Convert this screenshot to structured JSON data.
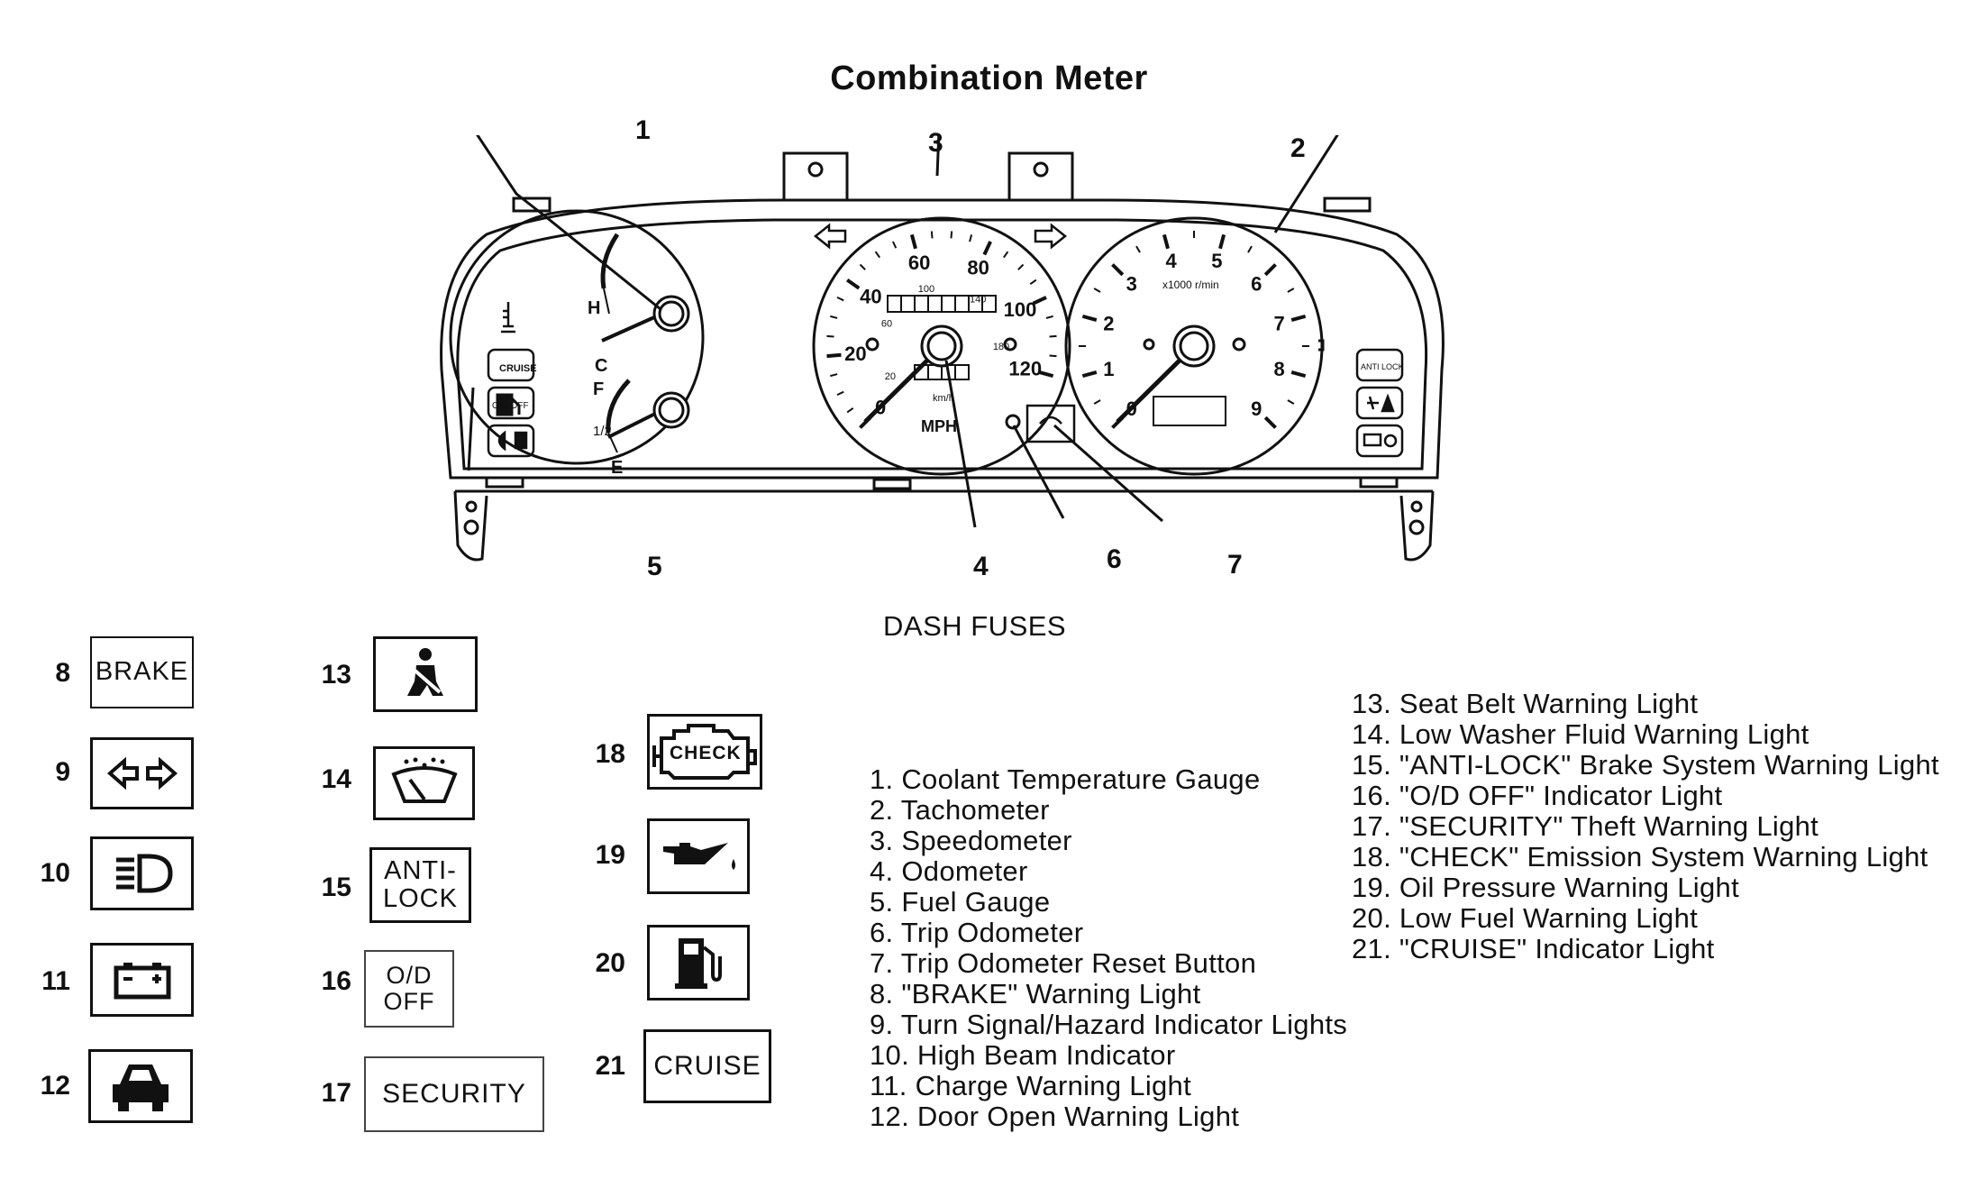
{
  "title": "Combination Meter",
  "subtitle": "DASH FUSES",
  "cluster": {
    "callouts": [
      "1",
      "2",
      "3",
      "4",
      "5",
      "6",
      "7"
    ],
    "speedometer": {
      "mph_labels": [
        "0",
        "20",
        "40",
        "60",
        "80",
        "100",
        "120"
      ],
      "kmh_labels": [
        "20",
        "60",
        "100",
        "140",
        "180"
      ],
      "unit_mph": "MPH",
      "unit_kmh": "km/h"
    },
    "tachometer": {
      "labels": [
        "0",
        "1",
        "2",
        "3",
        "4",
        "5",
        "6",
        "7",
        "8",
        "9"
      ],
      "unit": "x1000 r/min"
    },
    "temp_gauge": {
      "hot": "H",
      "cold": "C"
    },
    "fuel_gauge": {
      "full": "F",
      "half": "1/2",
      "empty": "E"
    },
    "left_indicators": [
      "CRUISE",
      "O/D OFF"
    ],
    "right_indicators": [
      "ANTI LOCK"
    ]
  },
  "indicators": [
    {
      "num": "8",
      "text": "BRAKE",
      "icon": ""
    },
    {
      "num": "9",
      "text": "",
      "icon": "turn-signal-icon"
    },
    {
      "num": "10",
      "text": "",
      "icon": "high-beam-icon"
    },
    {
      "num": "11",
      "text": "",
      "icon": "battery-icon"
    },
    {
      "num": "12",
      "text": "",
      "icon": "door-open-icon"
    },
    {
      "num": "13",
      "text": "",
      "icon": "seat-belt-icon"
    },
    {
      "num": "14",
      "text": "",
      "icon": "washer-fluid-icon"
    },
    {
      "num": "15",
      "text": "ANTI-\nLOCK",
      "icon": ""
    },
    {
      "num": "16",
      "text": "O/D\nOFF",
      "icon": ""
    },
    {
      "num": "17",
      "text": "SECURITY",
      "icon": ""
    },
    {
      "num": "18",
      "text": "CHECK",
      "icon": "check-engine-icon"
    },
    {
      "num": "19",
      "text": "",
      "icon": "oil-pressure-icon"
    },
    {
      "num": "20",
      "text": "",
      "icon": "fuel-pump-icon"
    },
    {
      "num": "21",
      "text": "CRUISE",
      "icon": ""
    }
  ],
  "legend_left": [
    "1. Coolant Temperature Gauge",
    "2. Tachometer",
    "3. Speedometer",
    "4. Odometer",
    "5. Fuel Gauge",
    "6. Trip Odometer",
    "7. Trip Odometer Reset Button",
    "8. \"BRAKE\" Warning Light",
    "9. Turn Signal/Hazard Indicator Lights",
    "10. High Beam Indicator",
    "11. Charge Warning Light",
    "12. Door Open Warning Light"
  ],
  "legend_right": [
    "13. Seat Belt Warning Light",
    "14. Low Washer Fluid Warning Light",
    "15. \"ANTI-LOCK\" Brake System Warning Light",
    "16. \"O/D OFF\" Indicator Light",
    "17. \"SECURITY\" Theft Warning Light",
    "18. \"CHECK\" Emission System Warning Light",
    "19. Oil Pressure Warning Light",
    "20. Low Fuel Warning Light",
    "21. \"CRUISE\" Indicator Light"
  ]
}
